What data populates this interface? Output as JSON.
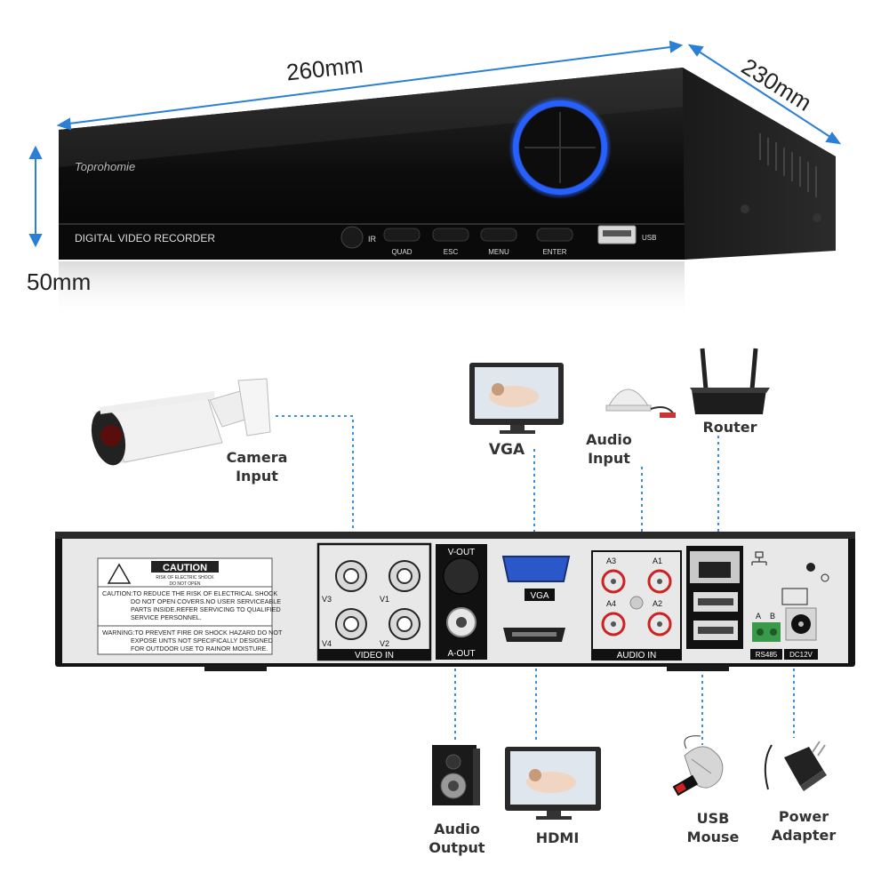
{
  "dimensions": {
    "width": "260mm",
    "depth": "230mm",
    "height": "50mm"
  },
  "front_panel": {
    "brand": "Toprohomie",
    "model_label": "DIGITAL VIDEO RECORDER",
    "ir_label": "IR",
    "buttons": [
      "QUAD",
      "ESC",
      "MENU",
      "ENTER"
    ],
    "usb_label": "USB"
  },
  "back_panel": {
    "caution_title": "CAUTION",
    "caution_sub_1": "RISK OF ELECTRIC SHOCK",
    "caution_sub_2": "DO NOT OPEN",
    "caution_lines": [
      "CAUTION:TO REDUCE THE RISK OF ELECTRICAL SHOCK",
      "DO NOT OPEN COVERS.NO USER SERVICEABLE",
      "PARTS INSIDE.REFER SERVICING TO QUALIFIED",
      "SERVICE PERSONNEL."
    ],
    "warning_lines": [
      "WARNING:TO PREVENT FIRE OR SHOCK HAZARD DO NOT",
      "EXPOSE UNTS NOT SPECIFICALLY DESIGNED",
      "FOR OUTDOOR USE TO RAINOR MOISTURE."
    ],
    "video_channels": [
      "V3",
      "V1",
      "V4",
      "V2"
    ],
    "video_in_label": "VIDEO IN",
    "vout_label": "V-OUT",
    "aout_label": "A-OUT",
    "vga_label": "VGA",
    "audio_channels": [
      "A3",
      "A1",
      "A4",
      "A2"
    ],
    "audio_in_label": "AUDIO IN",
    "rs485_ab": [
      "A",
      "B"
    ],
    "rs485_label": "RS485",
    "dc_label": "DC12V"
  },
  "accessories": {
    "camera": [
      "Camera",
      "Input"
    ],
    "vga": "VGA",
    "audio_input": [
      "Audio",
      "Input"
    ],
    "router": "Router",
    "audio_output": [
      "Audio",
      "Output"
    ],
    "hdmi": "HDMI",
    "usb_mouse": [
      "USB",
      "Mouse"
    ],
    "power_adapter": [
      "Power",
      "Adapter"
    ]
  },
  "colors": {
    "dimension_line": "#2b7fd4",
    "connector_line": "#3a8fe0",
    "chassis": "#111111",
    "panel": "#e9e9e9",
    "blue_ring": "#1e5cff"
  }
}
